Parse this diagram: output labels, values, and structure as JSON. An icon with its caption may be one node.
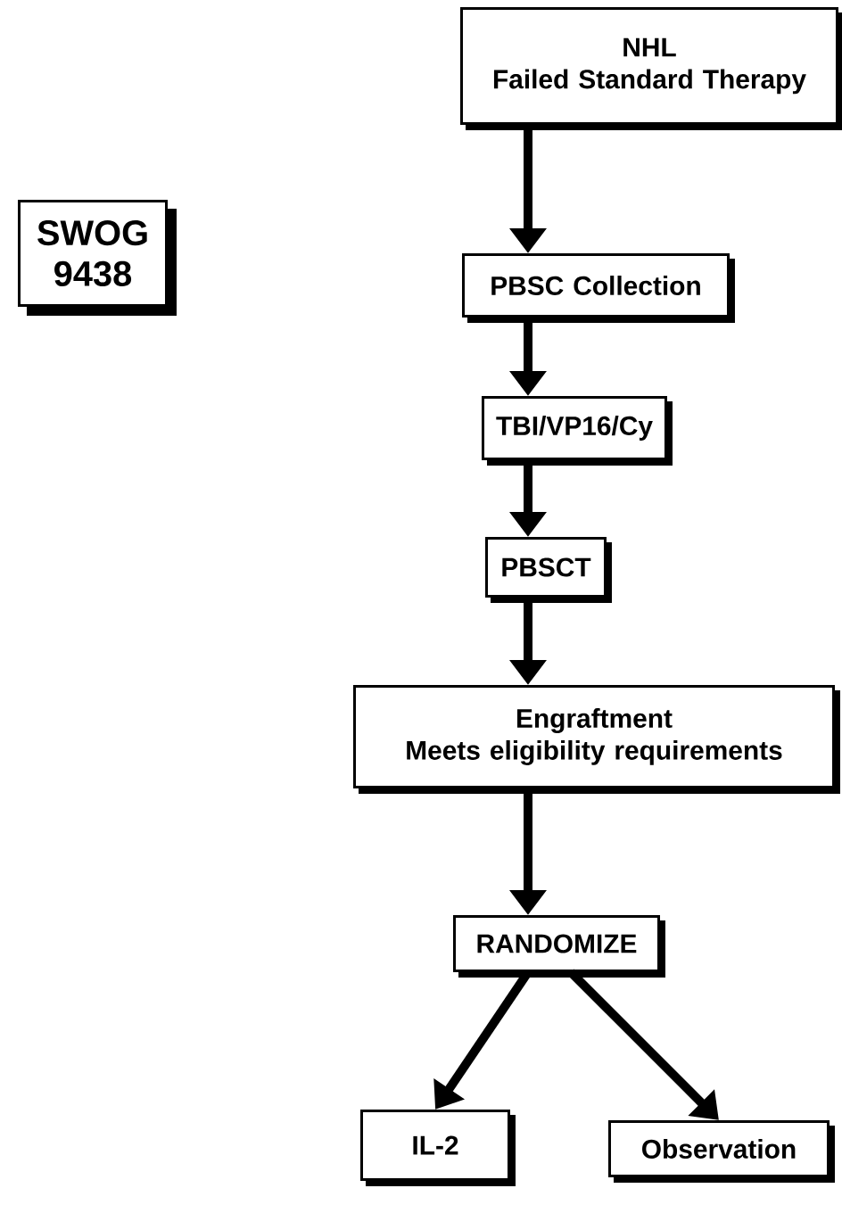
{
  "diagram": {
    "nodes": [
      {
        "text": [
          "NHL",
          "Failed Standard Therapy"
        ]
      },
      {
        "text": [
          "SWOG 9438"
        ]
      },
      {
        "text": [
          "PBSC Collection"
        ]
      },
      {
        "text": [
          "TBI/VP16/Cy"
        ]
      },
      {
        "text": [
          "PBSCT"
        ]
      },
      {
        "text": [
          "Engraftment",
          "Meets eligibility requirements"
        ]
      },
      {
        "text": [
          "RANDOMIZE"
        ]
      },
      {
        "text": [
          "IL-2"
        ]
      },
      {
        "text": [
          "Observation"
        ]
      }
    ],
    "edges": [
      {
        "from": 0,
        "to": 2,
        "arrow": "to"
      },
      {
        "from": 2,
        "to": 3,
        "arrow": "to"
      },
      {
        "from": 3,
        "to": 4,
        "arrow": "to"
      },
      {
        "from": 4,
        "to": 5,
        "arrow": "to"
      },
      {
        "from": 5,
        "to": 6,
        "arrow": "to"
      },
      {
        "from": 6,
        "to": 7,
        "arrow": "to"
      },
      {
        "from": 6,
        "to": 8,
        "arrow": "to"
      }
    ]
  }
}
